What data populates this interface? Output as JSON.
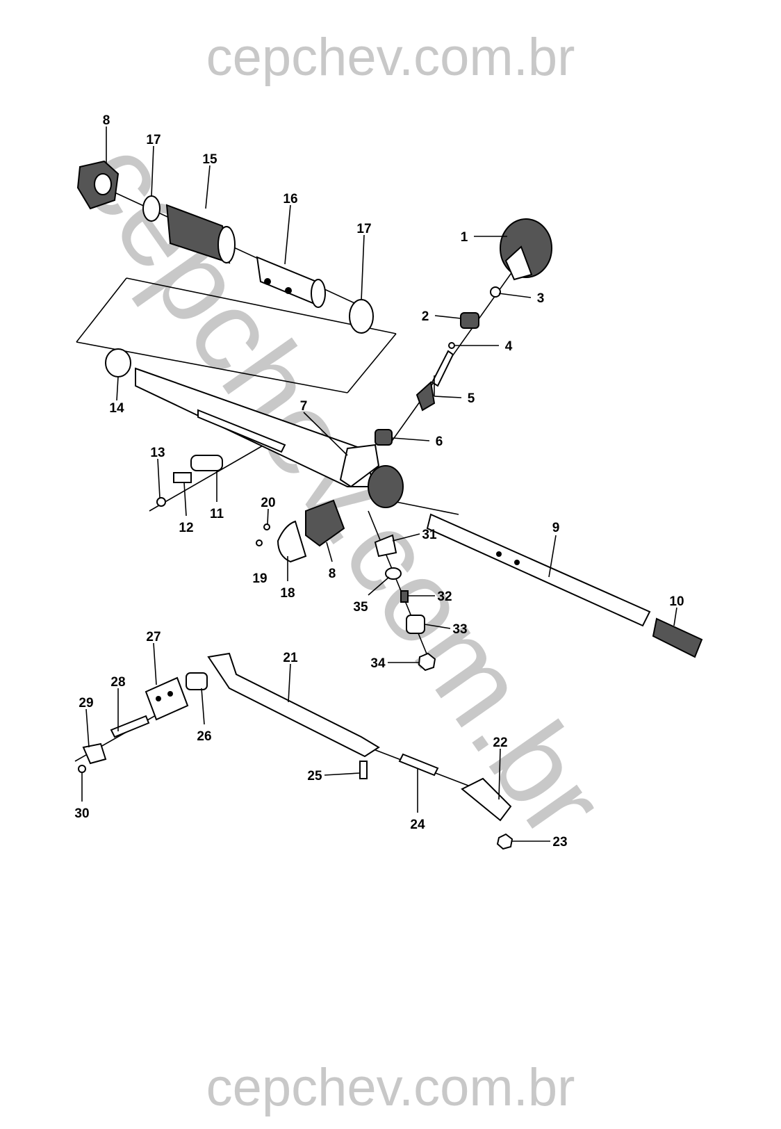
{
  "watermark": {
    "top": "cepchev.com.br",
    "diagonal": "cepchev.com.br",
    "bottom": "cepchev.com.br"
  },
  "parts": [
    "1",
    "2",
    "3",
    "4",
    "5",
    "6",
    "7",
    "8",
    "8",
    "9",
    "10",
    "11",
    "12",
    "13",
    "14",
    "15",
    "16",
    "17",
    "17",
    "18",
    "19",
    "20",
    "21",
    "22",
    "23",
    "24",
    "25",
    "26",
    "27",
    "28",
    "29",
    "30",
    "31",
    "32",
    "33",
    "34",
    "35"
  ]
}
